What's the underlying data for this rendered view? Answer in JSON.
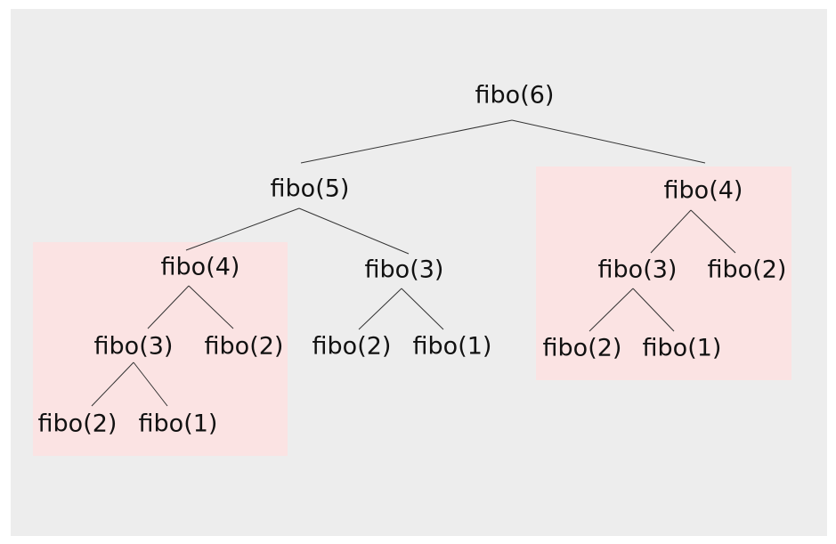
{
  "colors": {
    "background": "#ededed",
    "highlight": "#fbe3e3",
    "edge": "#333333",
    "text": "#111111"
  },
  "tree": {
    "root": "fibo(6)",
    "left_child": "fibo(5)",
    "right_subtree": {
      "root": "fibo(4)",
      "child_a": "fibo(3)",
      "child_b": "fibo(2)",
      "grandchild_a": "fibo(2)",
      "grandchild_b": "fibo(1)"
    },
    "left_subtree": {
      "root": "fibo(4)",
      "child_a": "fibo(3)",
      "child_b": "fibo(2)",
      "grandchild_a": "fibo(2)",
      "grandchild_b": "fibo(1)"
    },
    "middle_subtree": {
      "root": "fibo(3)",
      "child_a": "fibo(2)",
      "child_b": "fibo(1)"
    }
  },
  "highlighted_subtrees": [
    "left_subtree",
    "right_subtree"
  ]
}
